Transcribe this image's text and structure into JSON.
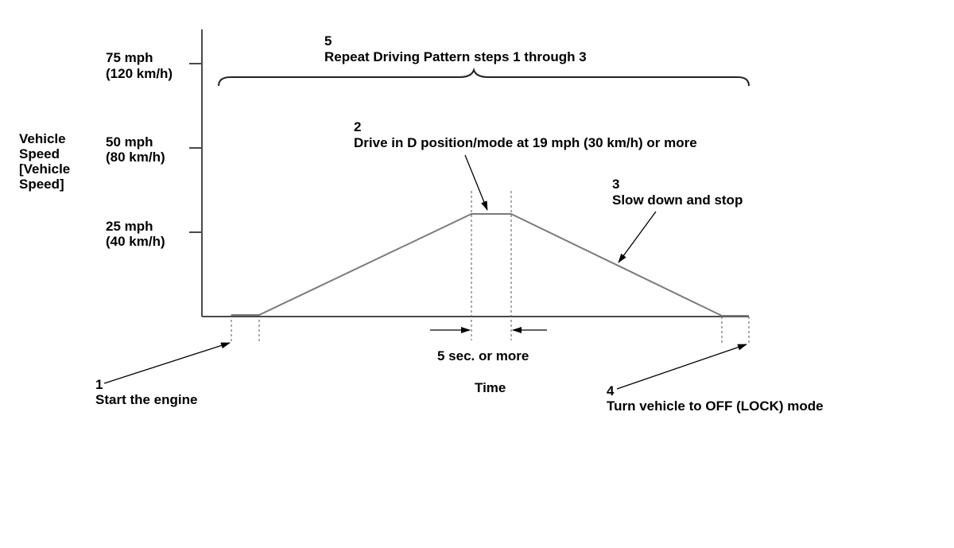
{
  "y_axis": {
    "label_lines": [
      "Vehicle",
      "Speed",
      "[Vehicle",
      "Speed]"
    ],
    "ticks": [
      {
        "mph": "75 mph",
        "kmh": "(120 km/h)"
      },
      {
        "mph": "50 mph",
        "kmh": "(80 km/h)"
      },
      {
        "mph": "25 mph",
        "kmh": "(40 km/h)"
      }
    ]
  },
  "x_axis": {
    "label": "Time"
  },
  "steps": {
    "step1": {
      "number": "1",
      "text": "Start the engine"
    },
    "step2": {
      "number": "2",
      "text": "Drive in D position/mode at 19 mph (30 km/h) or more"
    },
    "step3": {
      "number": "3",
      "text": "Slow down and stop"
    },
    "step4": {
      "number": "4",
      "text": "Turn vehicle to OFF (LOCK) mode"
    },
    "step5": {
      "number": "5",
      "text": "Repeat Driving Pattern steps 1 through 3"
    }
  },
  "duration_note": "5 sec. or more",
  "colors": {
    "axis": "#4a4a4a",
    "trace": "#7a7a7a",
    "text": "#000000"
  }
}
